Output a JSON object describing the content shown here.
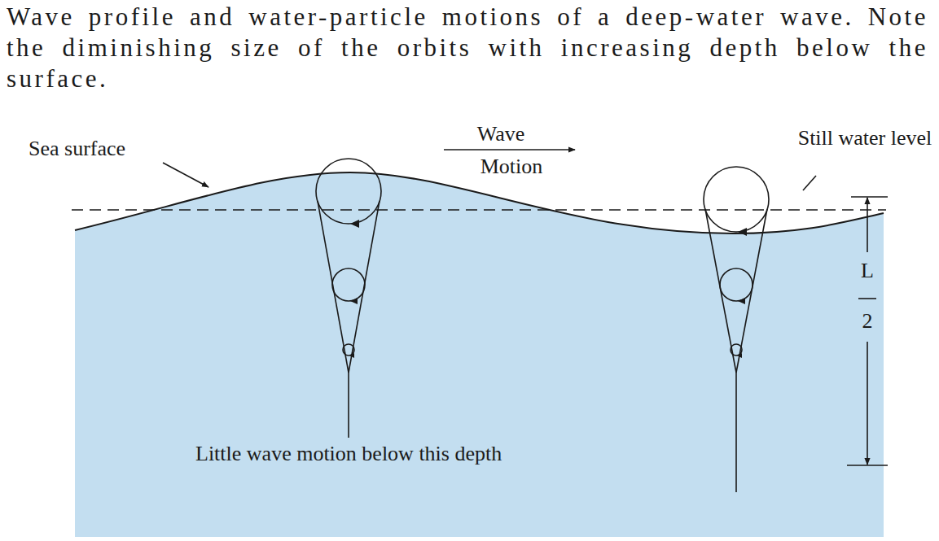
{
  "diagram": {
    "caption": "Wave profile and water-particle motions of a deep-water wave. Note the diminishing size of the orbits with increasing depth below the surface.",
    "labels": [
      "Sea surface",
      "Wave",
      "Motion",
      "Still water level",
      "L",
      "2",
      "Little wave motion below this depth"
    ]
  }
}
